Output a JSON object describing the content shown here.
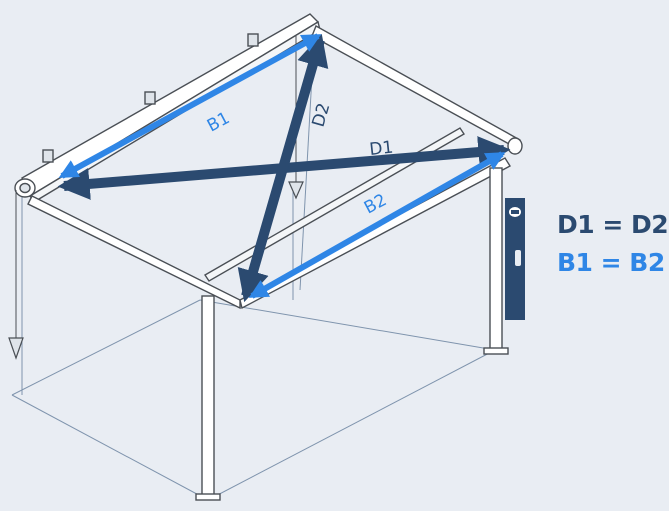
{
  "diagram": {
    "labels": {
      "b1": "B1",
      "b2": "B2",
      "d1": "D1",
      "d2": "D2"
    },
    "equations": {
      "diagonals": "D1 = D2",
      "sides": "B1 = B2"
    },
    "colors": {
      "background": "#e9edf3",
      "diagonal": "#2b4a70",
      "side": "#2f86e6",
      "structure_line": "#4a4f55",
      "floor_line": "#7f94ad"
    },
    "icons": [
      "plumb-bob-icon",
      "level-tool-icon"
    ]
  }
}
